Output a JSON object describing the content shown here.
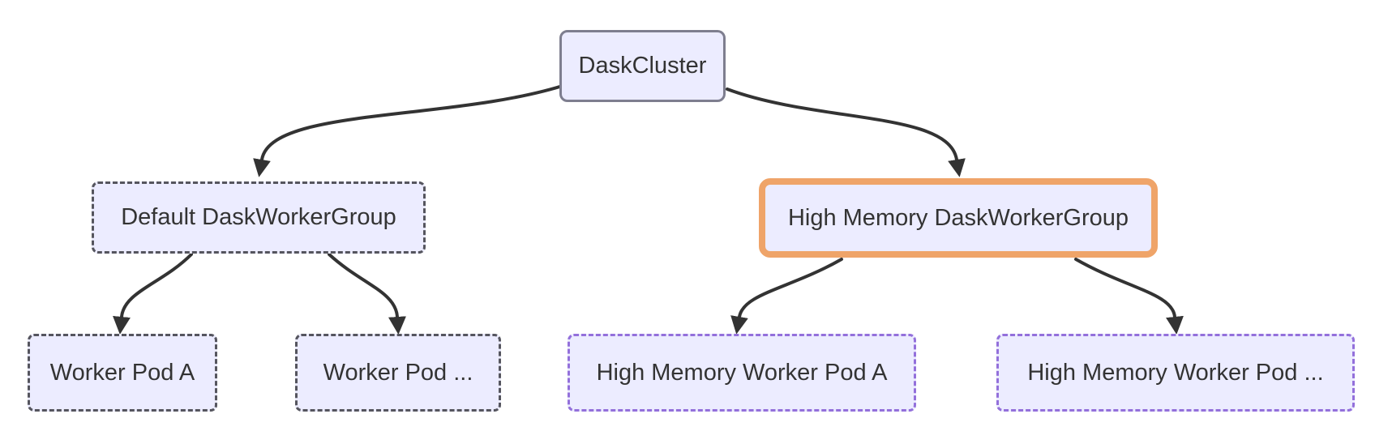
{
  "diagram": {
    "type": "flowchart",
    "direction": "top-down",
    "nodes": {
      "dask_cluster": {
        "label": "DaskCluster",
        "border_style": "solid-gray"
      },
      "default_group": {
        "label": "Default DaskWorkerGroup",
        "border_style": "dashed-gray"
      },
      "highmem_group": {
        "label": "High Memory DaskWorkerGroup",
        "border_style": "solid-orange-highlight"
      },
      "worker_a": {
        "label": "Worker Pod A",
        "border_style": "dashed-gray"
      },
      "worker_more": {
        "label": "Worker Pod ...",
        "border_style": "dashed-gray"
      },
      "hm_worker_a": {
        "label": "High Memory Worker Pod A",
        "border_style": "dashed-purple"
      },
      "hm_worker_more": {
        "label": "High Memory Worker Pod ...",
        "border_style": "dashed-purple"
      }
    },
    "edges": [
      {
        "from": "DaskCluster",
        "to": "Default DaskWorkerGroup"
      },
      {
        "from": "DaskCluster",
        "to": "High Memory DaskWorkerGroup"
      },
      {
        "from": "Default DaskWorkerGroup",
        "to": "Worker Pod A"
      },
      {
        "from": "Default DaskWorkerGroup",
        "to": "Worker Pod ..."
      },
      {
        "from": "High Memory DaskWorkerGroup",
        "to": "High Memory Worker Pod A"
      },
      {
        "from": "High Memory DaskWorkerGroup",
        "to": "High Memory Worker Pod ..."
      }
    ],
    "colors": {
      "background": "#FFFFFF",
      "node_fill": "#ECECFF",
      "node_text": "#333333",
      "border_solid_gray": "#7E7E8F",
      "border_dashed_gray": "#55555E",
      "border_dashed_purple": "#9370DB",
      "border_highlight_orange": "#EFA469",
      "edge_stroke": "#333333"
    }
  }
}
